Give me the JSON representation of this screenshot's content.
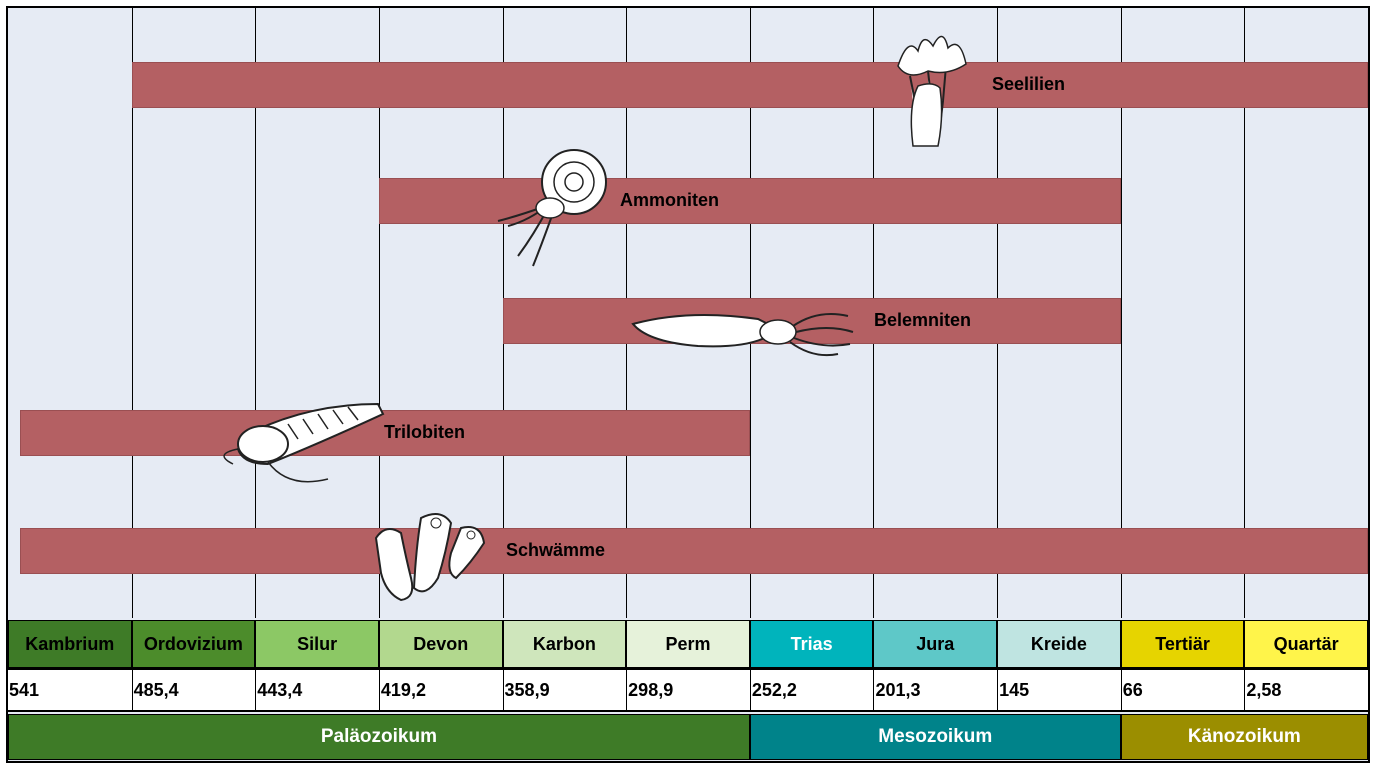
{
  "chart_data": {
    "type": "range-timeline",
    "x_unit": "million years ago",
    "groups": [
      {
        "name": "Seelilien",
        "start": 485.4,
        "end": 0
      },
      {
        "name": "Ammoniten",
        "start": 419.2,
        "end": 66
      },
      {
        "name": "Belemniten",
        "start": 358.9,
        "end": 66
      },
      {
        "name": "Trilobiten",
        "start": 541,
        "end": 252.2
      },
      {
        "name": "Schwämme",
        "start": 541,
        "end": 0
      }
    ],
    "periods": [
      {
        "name": "Kambrium",
        "start": "541",
        "color": "#3e7b27"
      },
      {
        "name": "Ordovizium",
        "start": "485,4",
        "color": "#4c8c2b"
      },
      {
        "name": "Silur",
        "start": "443,4",
        "color": "#8cc865"
      },
      {
        "name": "Devon",
        "start": "419,2",
        "color": "#b2d88e"
      },
      {
        "name": "Karbon",
        "start": "358,9",
        "color": "#cfe6bc"
      },
      {
        "name": "Perm",
        "start": "298,9",
        "color": "#e6f2da"
      },
      {
        "name": "Trias",
        "start": "252,2",
        "color": "#00b4bc"
      },
      {
        "name": "Jura",
        "start": "201,3",
        "color": "#5ec8c8"
      },
      {
        "name": "Kreide",
        "start": "145",
        "color": "#bfe4e1"
      },
      {
        "name": "Tertiär",
        "start": "66",
        "color": "#e6d400"
      },
      {
        "name": "Quartär",
        "start": "2,58",
        "color": "#fff44a"
      }
    ],
    "eras": [
      {
        "name": "Paläozoikum",
        "color": "#3e7b27"
      },
      {
        "name": "Mesozoikum",
        "color": "#00838a"
      },
      {
        "name": "Känozoikum",
        "color": "#9b8e00"
      }
    ]
  }
}
